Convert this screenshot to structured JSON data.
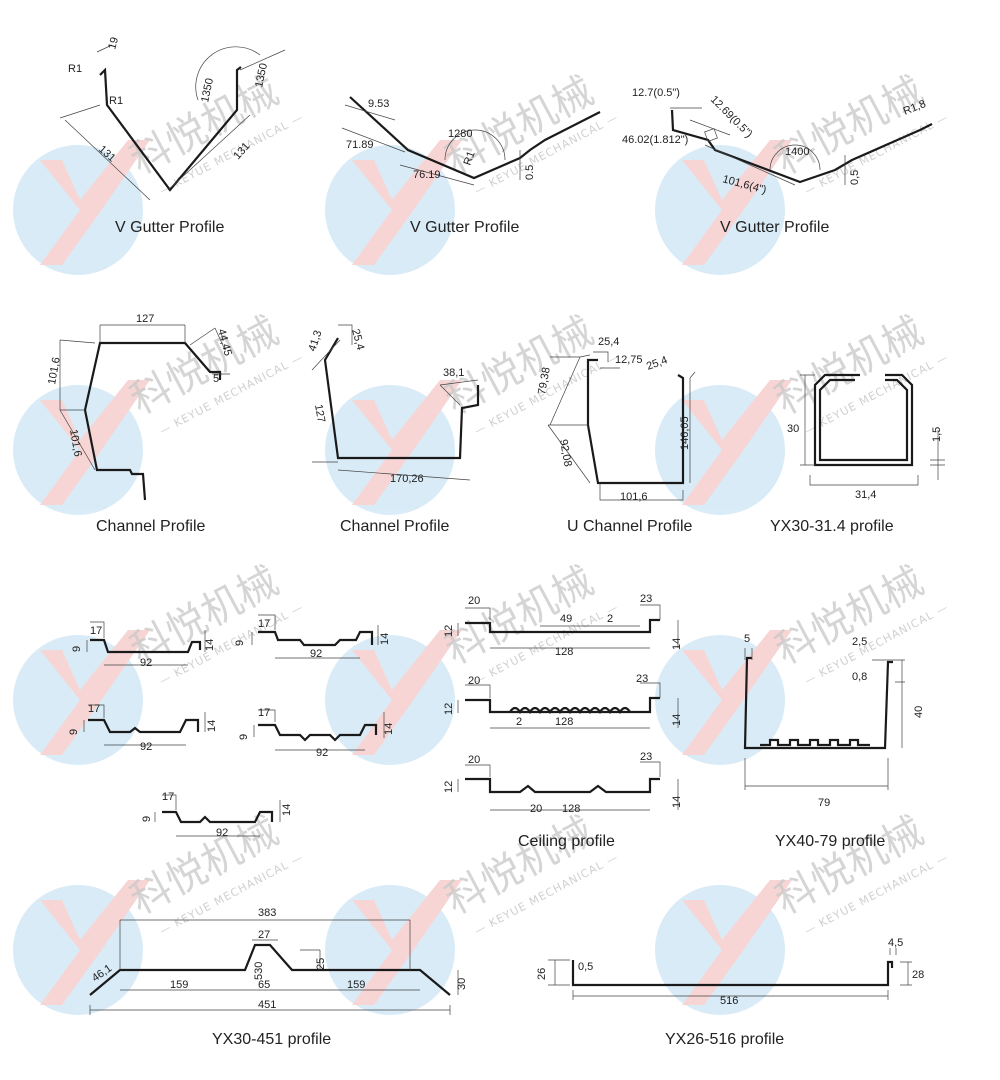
{
  "watermark": {
    "cn": "科悦机械",
    "en": "— KEYUE MECHANICAL —"
  },
  "profiles": [
    {
      "caption": "V Gutter Profile",
      "dims": [
        "R1",
        "19",
        "R1",
        "1350",
        "1350",
        "131",
        "131"
      ]
    },
    {
      "caption": "V Gutter Profile",
      "dims": [
        "9.53",
        "71.89",
        "1280",
        "R1",
        "76.19",
        "0.5"
      ]
    },
    {
      "caption": "V Gutter Profile",
      "dims": [
        "12.7(0.5\")",
        "12.69(0.5\")",
        "46.02(1.812\")",
        "101,6(4\")",
        "1400",
        "R1,8",
        "0,5"
      ]
    },
    {
      "caption": "Channel Profile",
      "dims": [
        "127",
        "44,45",
        "101,6",
        "5",
        "101,6"
      ]
    },
    {
      "caption": "Channel Profile",
      "dims": [
        "41,3",
        "25,4",
        "38,1",
        "127",
        "170,26"
      ]
    },
    {
      "caption": "U Channel Profile",
      "dims": [
        "25,4",
        "12,75",
        "79,38",
        "25,4",
        "146,05",
        "92,08",
        "101,6"
      ]
    },
    {
      "caption": "YX30-31.4 profile",
      "dims": [
        "30",
        "1,5",
        "31,4"
      ]
    },
    {
      "caption": "",
      "dims": [
        "17",
        "9",
        "92",
        "14",
        "17",
        "9",
        "92",
        "14",
        "17",
        "9",
        "92",
        "14",
        "17",
        "9",
        "92",
        "14",
        "17",
        "9",
        "92",
        "14"
      ]
    },
    {
      "caption": "Ceiling profile",
      "dims": [
        "20",
        "49",
        "23",
        "12",
        "2",
        "128",
        "14",
        "20",
        "23",
        "12",
        "2",
        "128",
        "14",
        "20",
        "23",
        "12",
        "20",
        "128",
        "14"
      ]
    },
    {
      "caption": "YX40-79 profile",
      "dims": [
        "5",
        "2,5",
        "0,8",
        "40",
        "79"
      ]
    },
    {
      "caption": "YX30-451 profile",
      "dims": [
        "383",
        "27",
        "46,1",
        "530",
        "25",
        "159",
        "65",
        "159",
        "30",
        "451"
      ]
    },
    {
      "caption": "YX26-516 profile",
      "dims": [
        "0,5",
        "26",
        "4,5",
        "28",
        "516"
      ]
    }
  ]
}
